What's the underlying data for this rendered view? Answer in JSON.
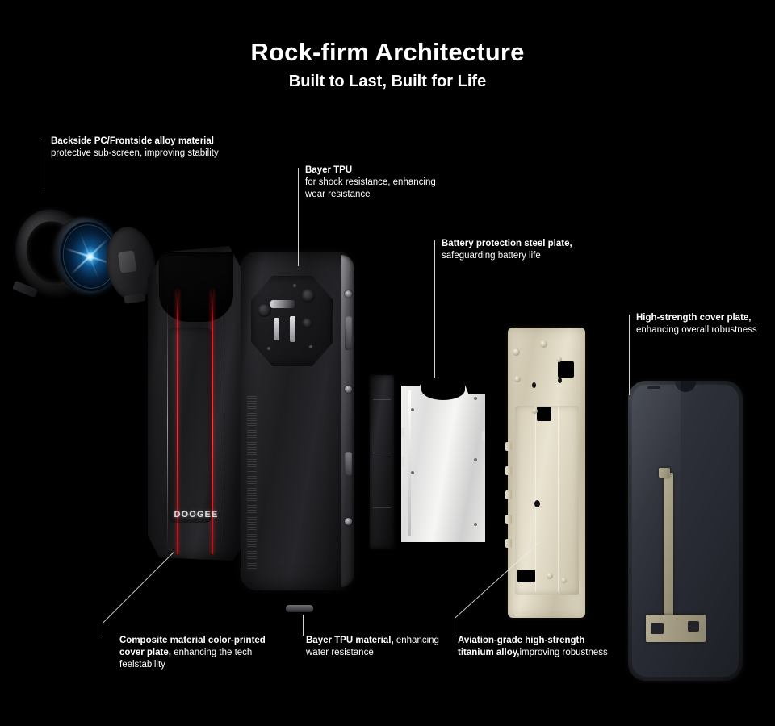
{
  "header": {
    "title": "Rock-firm Architecture",
    "subtitle": "Built to Last, Built for Life"
  },
  "brand": {
    "logo_text": "DOOGEE"
  },
  "colors": {
    "background": "#000000",
    "text": "#ffffff",
    "leader_line": "#e9e9e9",
    "accent_red": "#e01b22",
    "titanium_gold": "#ded7c2",
    "steel_silver": "#f2f2f0",
    "display_slate": "#33373f",
    "watch_glow_blue": "#3aa9e8"
  },
  "annotations": [
    {
      "id": "backside-pc-frontside-alloy",
      "bold": "Backside PC/Frontside alloy material",
      "rest": " protective sub-screen, improving stability"
    },
    {
      "id": "bayer-tpu-shock",
      "bold": "Bayer TPU",
      "rest": "for shock resistance, enhancing wear resistance"
    },
    {
      "id": "battery-protection-steel-plate",
      "bold": "Battery protection steel plate,",
      "rest": "safeguarding battery life"
    },
    {
      "id": "high-strength-cover-plate",
      "bold": "High-strength cover plate,",
      "rest": " enhancing overall robustness"
    },
    {
      "id": "composite-material-cover-plate",
      "bold": "Composite material color-printed cover plate,",
      "rest": " enhancing the tech feelstability"
    },
    {
      "id": "bayer-tpu-water",
      "bold": "Bayer TPU material,",
      "rest": " enhancing water resistance"
    },
    {
      "id": "aviation-grade-titanium",
      "bold": "Aviation-grade high-strength titanium alloy,",
      "rest": "improving robustness"
    }
  ],
  "components": [
    {
      "id": "smartwatch-module",
      "name": "Smartwatch module with bezel ring, display face and back housing"
    },
    {
      "id": "back-cover",
      "name": "Composite color-printed back cover with red accent lines"
    },
    {
      "id": "phone-body",
      "name": "Main phone body with octagonal camera module"
    },
    {
      "id": "tpu-frame",
      "name": "Bayer TPU frame strip"
    },
    {
      "id": "steel-plate",
      "name": "Battery protection steel plate"
    },
    {
      "id": "titanium-frame",
      "name": "Aviation-grade titanium alloy mid-frame"
    },
    {
      "id": "display-panel",
      "name": "Display panel assembly with flex cable"
    }
  ]
}
